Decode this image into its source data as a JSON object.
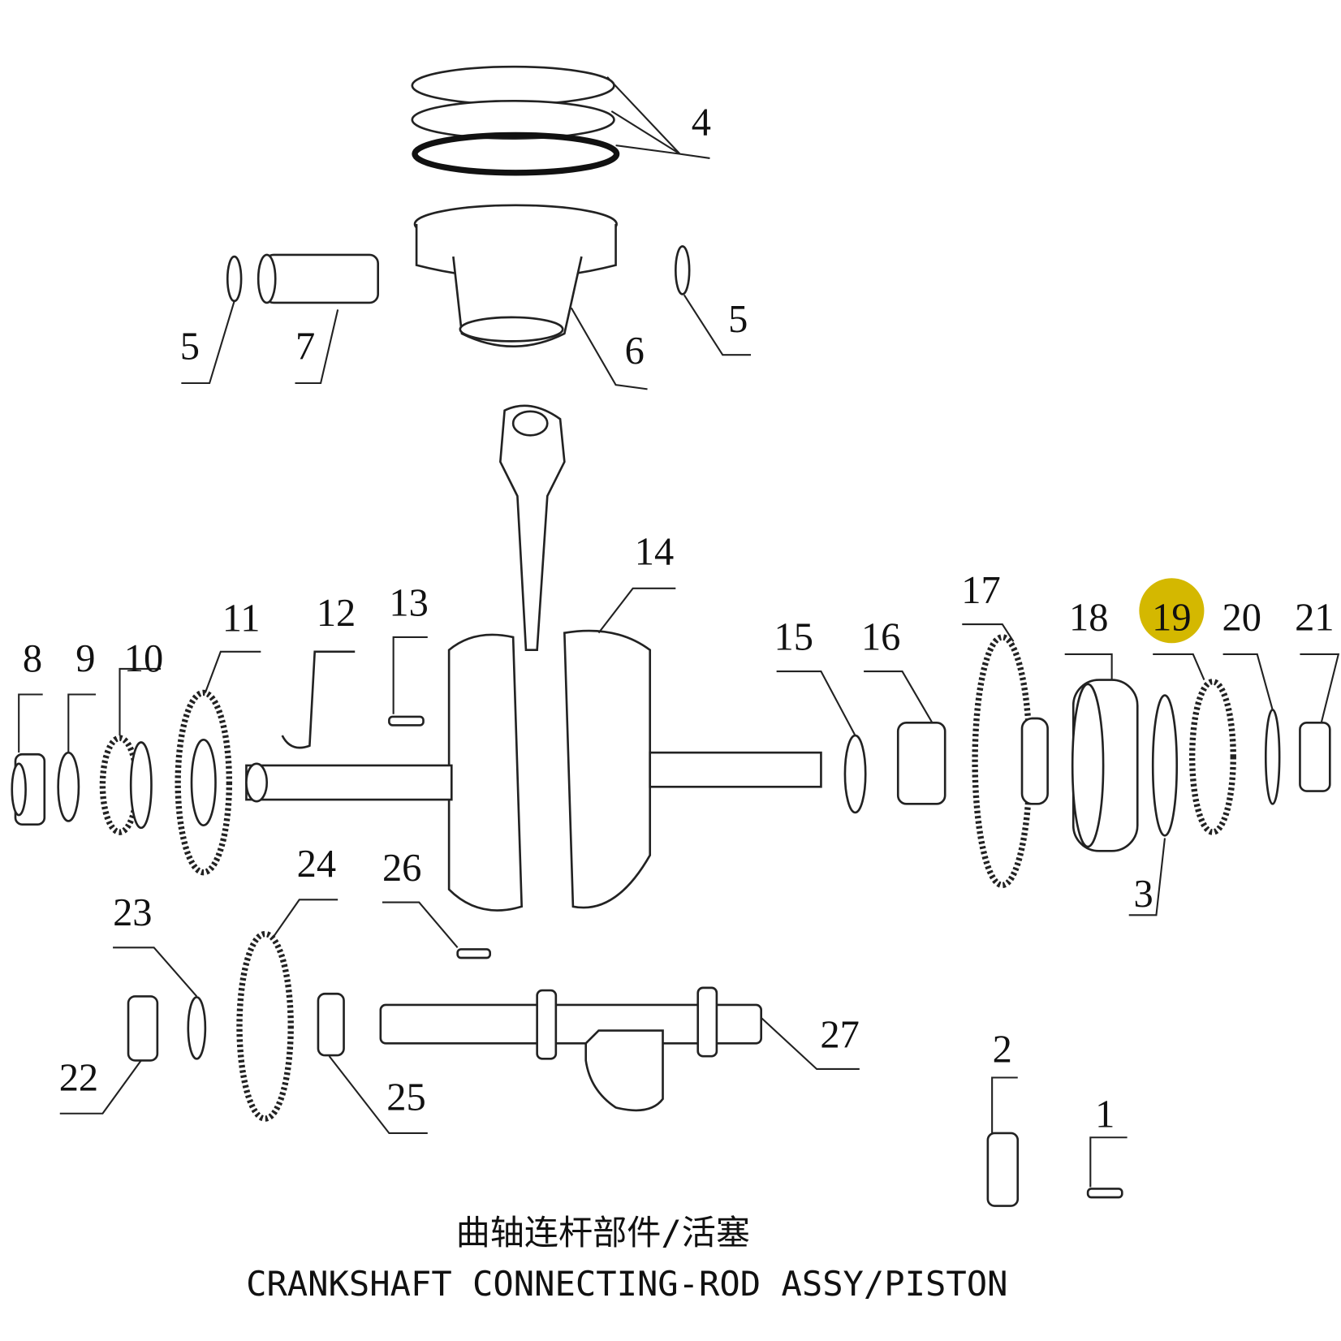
{
  "title_cn": "曲轴连杆部件/活塞",
  "title_en": "CRANKSHAFT CONNECTING-ROD ASSY/PISTON",
  "highlight_color": "#D4B800",
  "highlighted_part": "19",
  "callouts": {
    "p1": "1",
    "p2": "2",
    "p3": "3",
    "p4": "4",
    "p5a": "5",
    "p5b": "5",
    "p6": "6",
    "p7": "7",
    "p8": "8",
    "p9": "9",
    "p10": "10",
    "p11": "11",
    "p12": "12",
    "p13": "13",
    "p14": "14",
    "p15": "15",
    "p16": "16",
    "p17": "17",
    "p18": "18",
    "p19": "19",
    "p20": "20",
    "p21": "21",
    "p22": "22",
    "p23": "23",
    "p24": "24",
    "p25": "25",
    "p26": "26",
    "p27": "27"
  }
}
